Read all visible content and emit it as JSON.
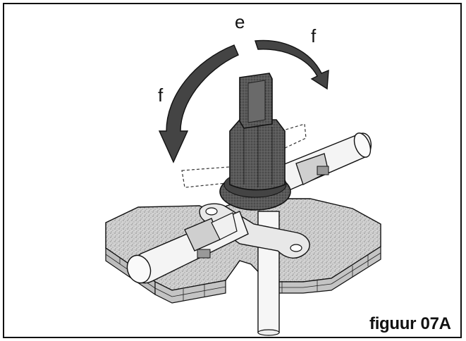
{
  "labels": {
    "rotation_point": "e",
    "direction_right": "f",
    "direction_left": "f"
  },
  "caption": "figuur 07A",
  "colors": {
    "outline": "#111111",
    "floor": "#c9c9c9",
    "floor_edge": "#9a9a9a",
    "knob": "#555555",
    "pipe": "#f4f4f4"
  }
}
